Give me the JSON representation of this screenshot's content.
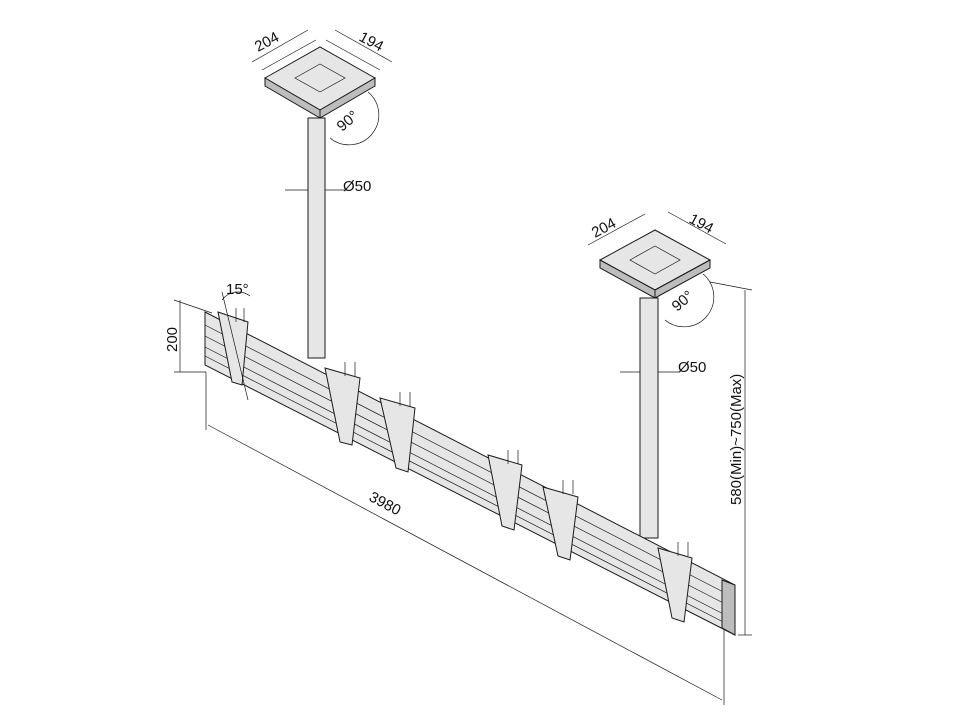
{
  "drawing": {
    "mount_left": {
      "plate_depth": "204",
      "plate_width": "194",
      "rotation": "90°",
      "pole_diameter": "Ø50"
    },
    "mount_right": {
      "plate_depth": "204",
      "plate_width": "194",
      "rotation": "90°",
      "pole_diameter": "Ø50"
    },
    "bracket_tilt": "15°",
    "rail_height": "200",
    "rail_length": "3980",
    "drop_height": "580(Min)~750(Max)"
  },
  "colors": {
    "line": "#1a1a1a",
    "fill": "#e6e6e6"
  }
}
